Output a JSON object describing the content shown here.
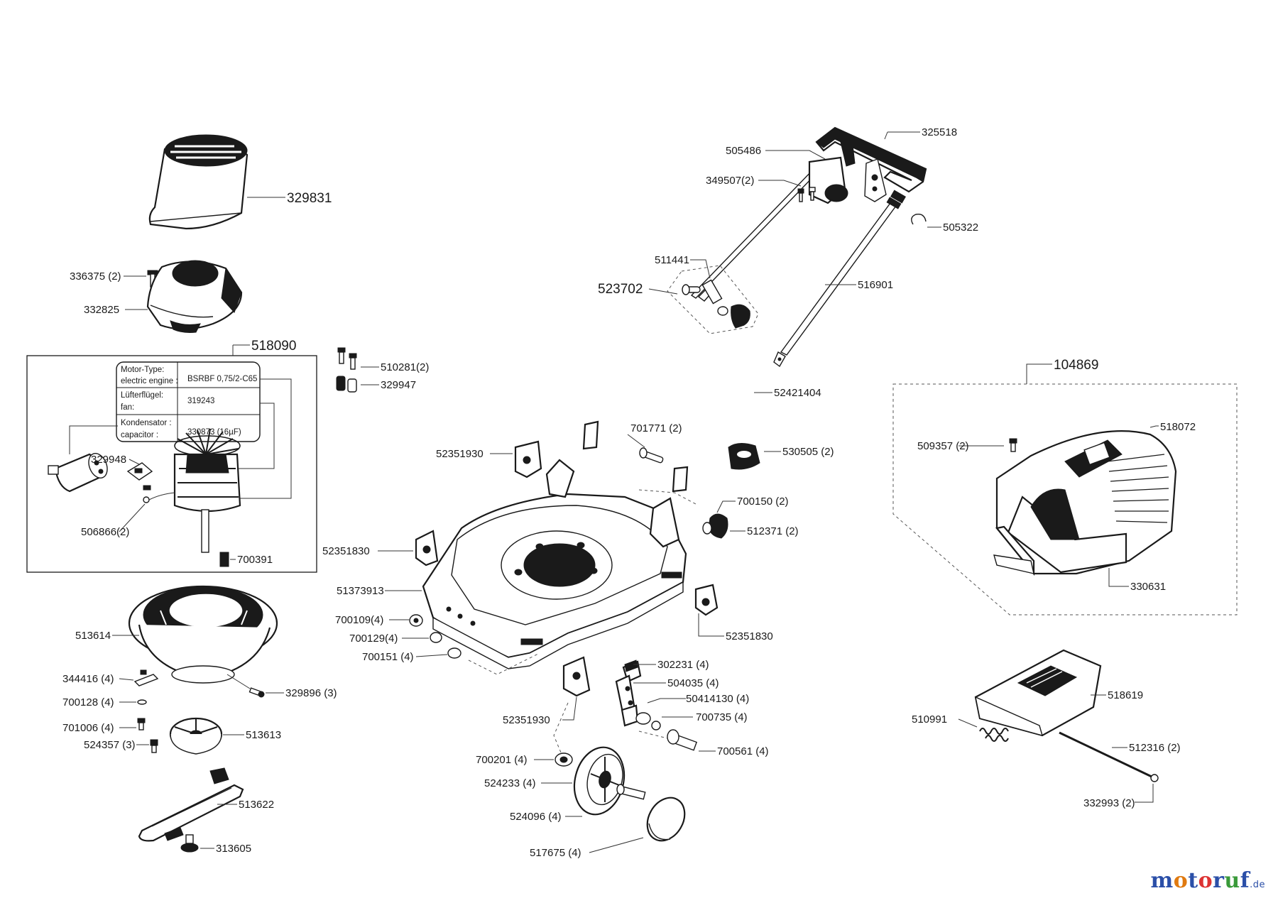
{
  "labels": {
    "l329831": "329831",
    "l336375": "336375 (2)",
    "l332825": "332825",
    "l518090": "518090",
    "l329948": "329948",
    "l506866": "506866(2)",
    "l700391": "700391",
    "l513614": "513614",
    "l344416": "344416 (4)",
    "l329896": "329896 (3)",
    "l700128": "700128 (4)",
    "l701006": "701006 (4)",
    "l524357": "524357 (3)",
    "l513613": "513613",
    "l513622": "513622",
    "l313605": "313605",
    "l510281": "510281(2)",
    "l329947": "329947",
    "l505486": "505486",
    "l325518": "325518",
    "l349507": "349507(2)",
    "l505322": "505322",
    "l511441": "511441",
    "l523702": "523702",
    "l516901": "516901",
    "l52421404": "52421404",
    "l701771": "701771 (2)",
    "l530505": "530505 (2)",
    "l52351930a": "52351930",
    "l700150": "700150 (2)",
    "l512371": "512371 (2)",
    "l52351830a": "52351830",
    "l51373913": "51373913",
    "l700109": "700109(4)",
    "l700129": "700129(4)",
    "l700151": "700151 (4)",
    "l52351830b": "52351830",
    "l302231": "302231 (4)",
    "l504035": "504035 (4)",
    "l50414130": "50414130 (4)",
    "l700735": "700735 (4)",
    "l52351930b": "52351930",
    "l700561": "700561 (4)",
    "l700201": "700201 (4)",
    "l524233": "524233 (4)",
    "l524096": "524096 (4)",
    "l517675": "517675  (4)",
    "l104869": "104869",
    "l509357": "509357 (2)",
    "l518072": "518072",
    "l330631": "330631",
    "l518619": "518619",
    "l510991": "510991",
    "l512316": "512316 (2)",
    "l332993": "332993 (2)"
  },
  "motor_table": {
    "r1_left_a": "Motor-Type:",
    "r1_left_b": "electric engine :",
    "r1_right": "BSRBF 0,75/2-C65",
    "r2_left_a": "Lüfterflügel:",
    "r2_left_b": "fan:",
    "r2_right": "319243",
    "r3_left_a": "Kondensator :",
    "r3_left_b": "capacitor :",
    "r3_right": "330873 (16µF)"
  },
  "logo": {
    "m1": "m",
    "m2": "o",
    "m3": "t",
    "m4": "o",
    "m5": "r",
    "m6": "u",
    "m7": "f",
    "suffix": ".de"
  },
  "colors": {
    "ink": "#1a1a1a",
    "logo_blue": "#2b4fa8",
    "logo_orange": "#e07a10",
    "logo_red": "#dd3333",
    "logo_green": "#3a9a3a"
  }
}
